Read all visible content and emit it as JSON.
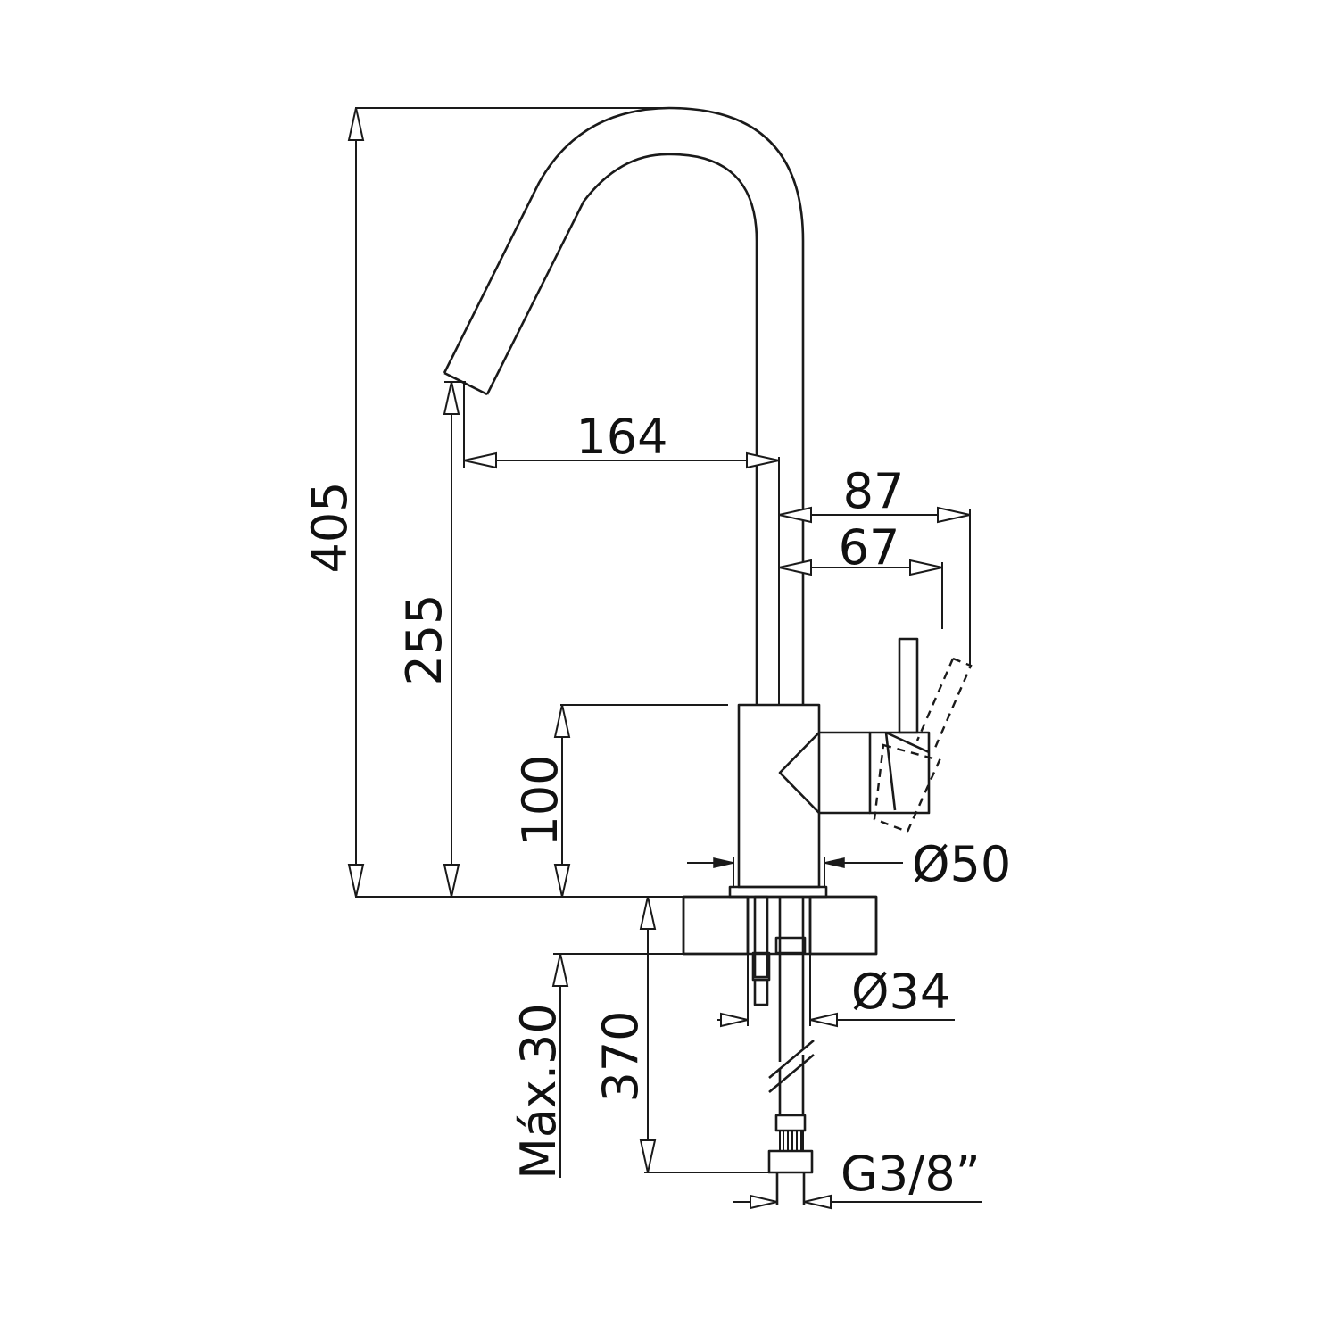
{
  "diagram": {
    "dimensions": {
      "total_height": "405",
      "spout_height": "255",
      "body_height": "100",
      "spout_reach": "164",
      "handle_reach_max": "87",
      "handle_reach": "67",
      "body_diameter": "Ø50",
      "hole_diameter": "Ø34",
      "max_counter_thickness": "Máx.30",
      "hose_length": "370",
      "connection_thread": "G3/8”"
    }
  }
}
